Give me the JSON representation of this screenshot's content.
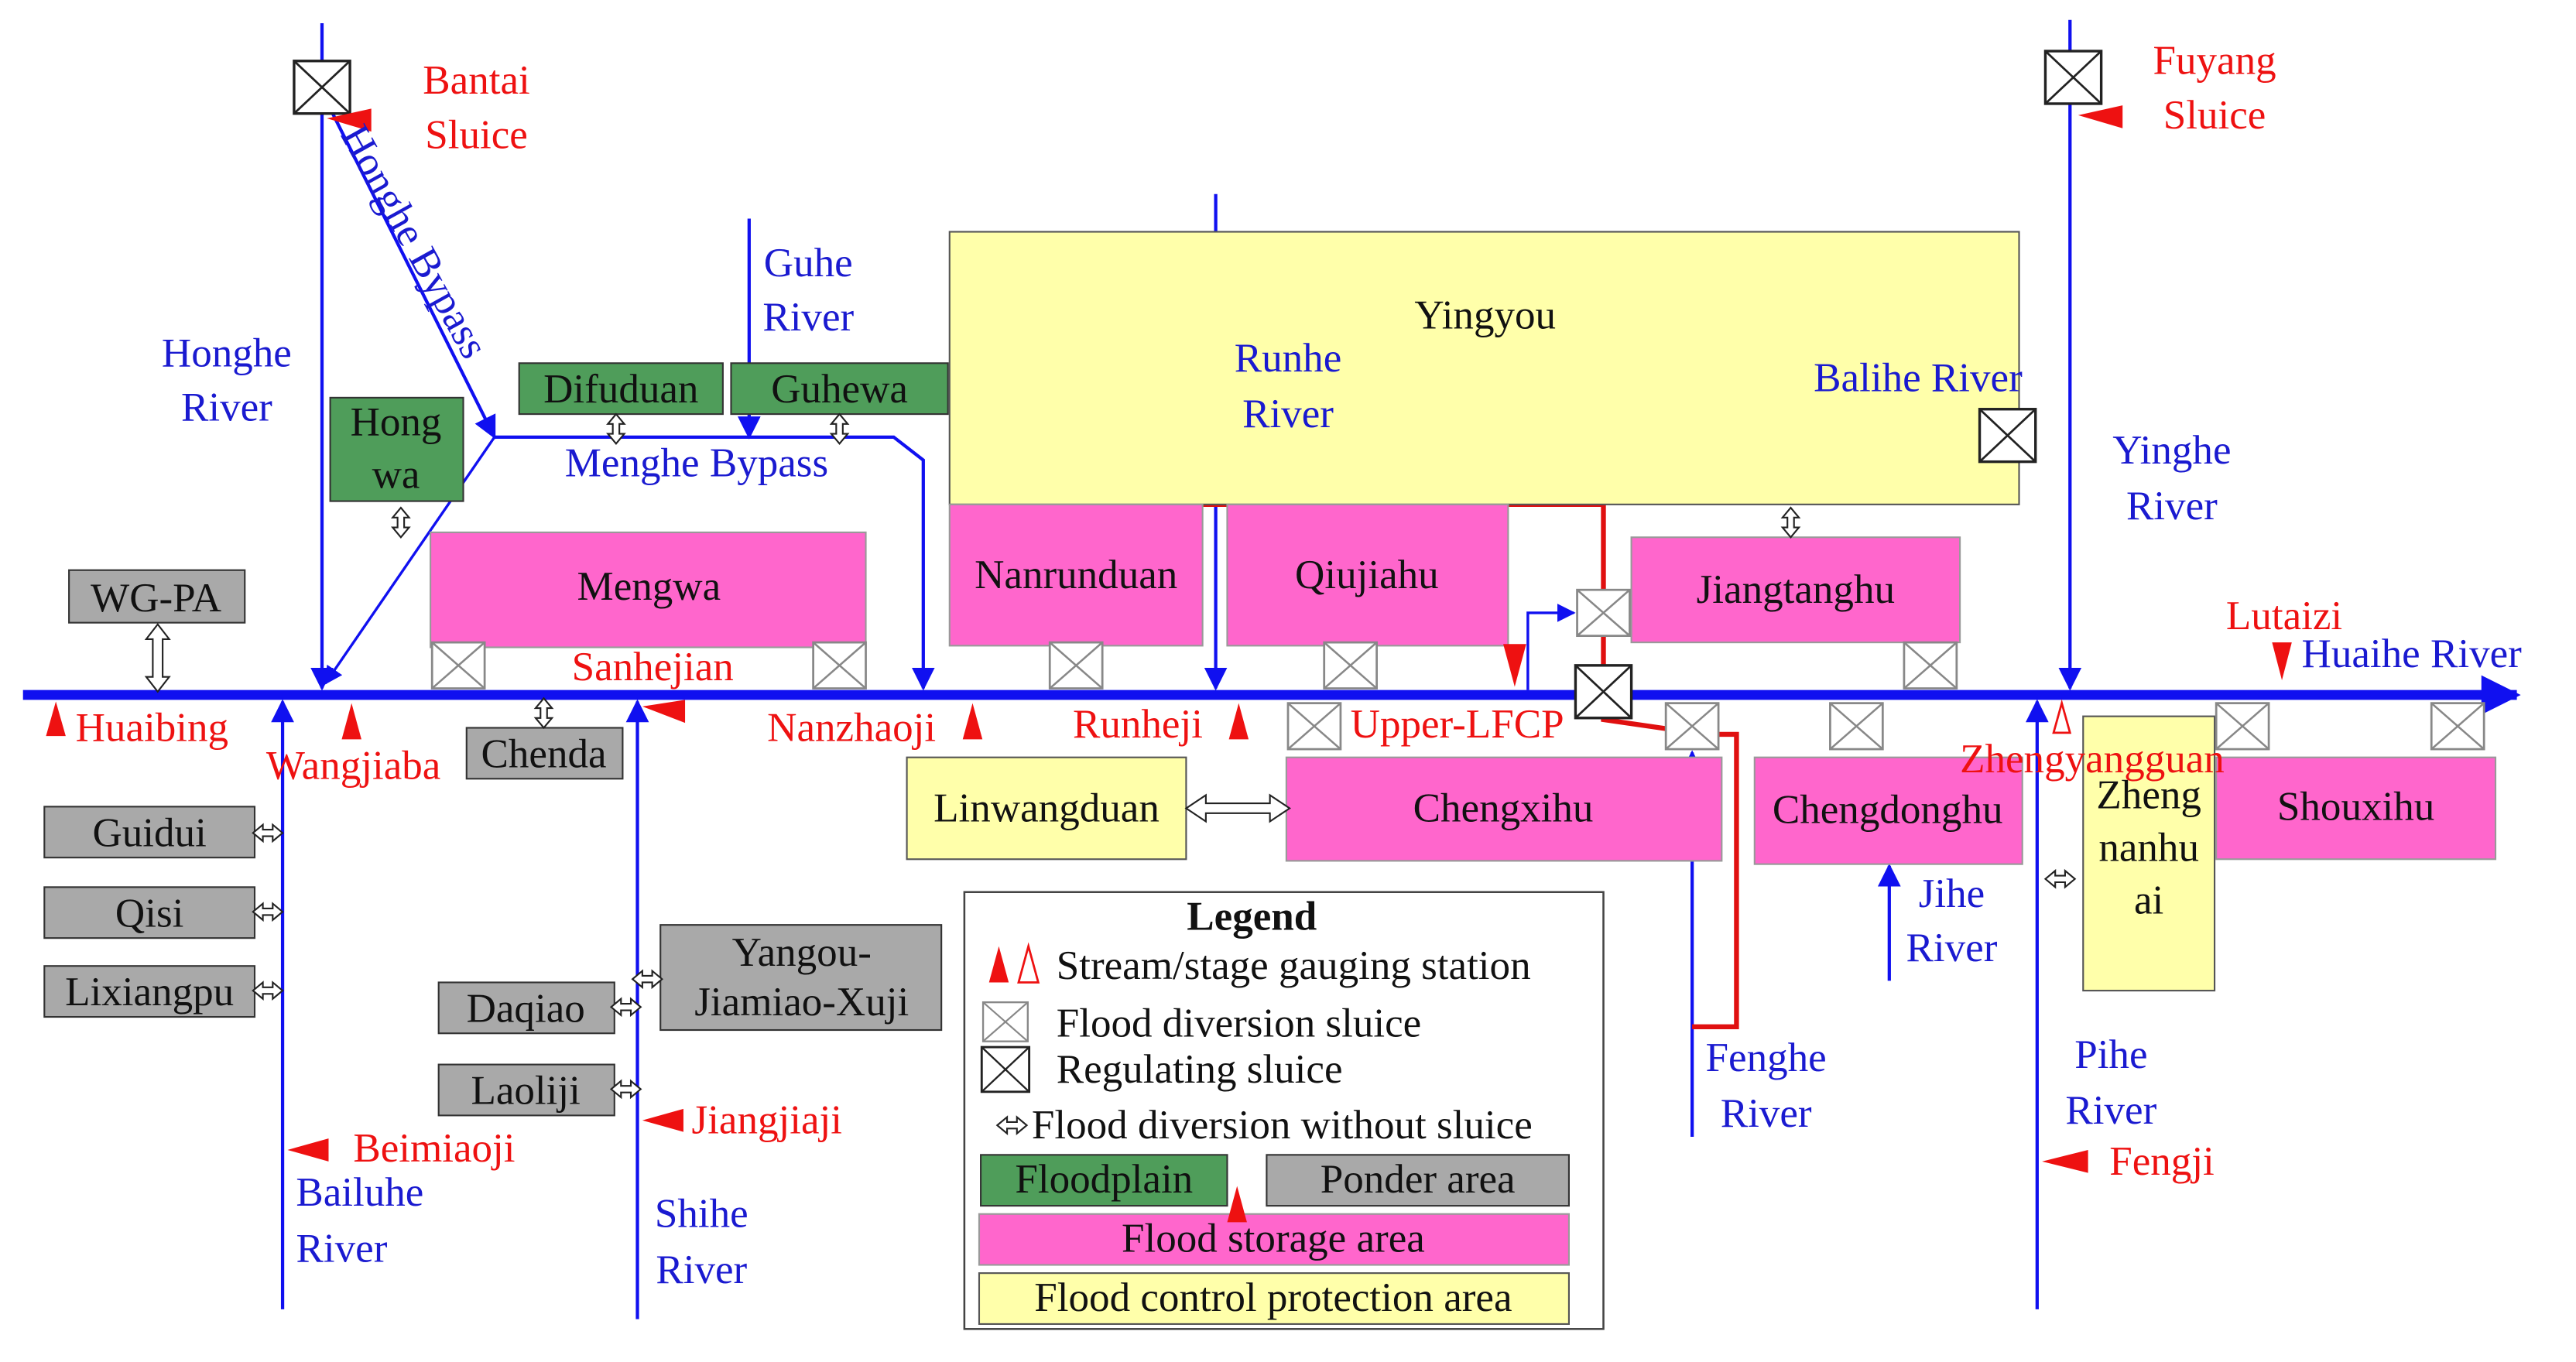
{
  "colors": {
    "river": "#1010f0",
    "station": "#ee1111",
    "bypass_red": "#e01010",
    "floodplain": "#4f9d5a",
    "ponder": "#a9a9a9",
    "storage": "#ff66cc",
    "protection": "#ffffaa"
  },
  "rivers": {
    "honghe": [
      "Honghe",
      "River"
    ],
    "guhe": [
      "Guhe",
      "River"
    ],
    "runhe": [
      "Runhe",
      "River"
    ],
    "balihe": "Balihe River",
    "yinghe": [
      "Yinghe",
      "River"
    ],
    "huaihe": "Huaihe River",
    "jihe": [
      "Jihe",
      "River"
    ],
    "fenghe": [
      "Fenghe",
      "River"
    ],
    "pihe": [
      "Pihe",
      "River"
    ],
    "bailuhe": [
      "Bailuhe",
      "River"
    ],
    "shihe": [
      "Shihe",
      "River"
    ],
    "honghe_bypass": "Honghe Bypass",
    "menghe_bypass": "Menghe Bypass"
  },
  "areas": {
    "floodplain": {
      "difuduan": "Difuduan",
      "guhewa": "Guhewa",
      "hongwa": [
        "Hong",
        "wa"
      ]
    },
    "ponder": {
      "wgpa": "WG-PA",
      "chenda": "Chenda",
      "guidui": "Guidui",
      "qisi": "Qisi",
      "lixiangpu": "Lixiangpu",
      "daqiao": "Daqiao",
      "laoliji": "Laoliji",
      "yangou": [
        "Yangou-",
        "Jiamiao-Xuji"
      ]
    },
    "storage": {
      "mengwa": "Mengwa",
      "nanrunduan": "Nanrunduan",
      "qiujiahu": "Qiujiahu",
      "jiangtanghu": "Jiangtanghu",
      "chengxihu": "Chengxihu",
      "chengdonghu": "Chengdonghu",
      "shouxihu": "Shouxihu"
    },
    "protection": {
      "yingyou": "Yingyou",
      "linwangduan": "Linwangduan",
      "zhengnanhuai": [
        "Zheng",
        "nanhu",
        "ai"
      ]
    }
  },
  "stations": {
    "bantai": [
      "Bantai",
      "Sluice"
    ],
    "fuyang": [
      "Fuyang",
      "Sluice"
    ],
    "lutaizi": "Lutaizi",
    "sanhejian": "Sanhejian",
    "huaibing": "Huaibing",
    "wangjiaba": "Wangjiaba",
    "nanzhaoji": "Nanzhaoji",
    "runheji": "Runheji",
    "upper_lfcp": "Upper-LFCP",
    "zhengyangguan": "Zhengyangguan",
    "beimiaoji": "Beimiaoji",
    "jiangjiaji": "Jiangjiaji",
    "fengji": "Fengji"
  },
  "legend": {
    "title": "Legend",
    "gauge": "Stream/stage gauging station",
    "diversion_sluice": "Flood diversion sluice",
    "regulating_sluice": "Regulating sluice",
    "no_sluice": "Flood diversion without sluice",
    "floodplain": "Floodplain",
    "ponder": "Ponder area",
    "storage": "Flood storage area",
    "protection": "Flood control protection area"
  }
}
